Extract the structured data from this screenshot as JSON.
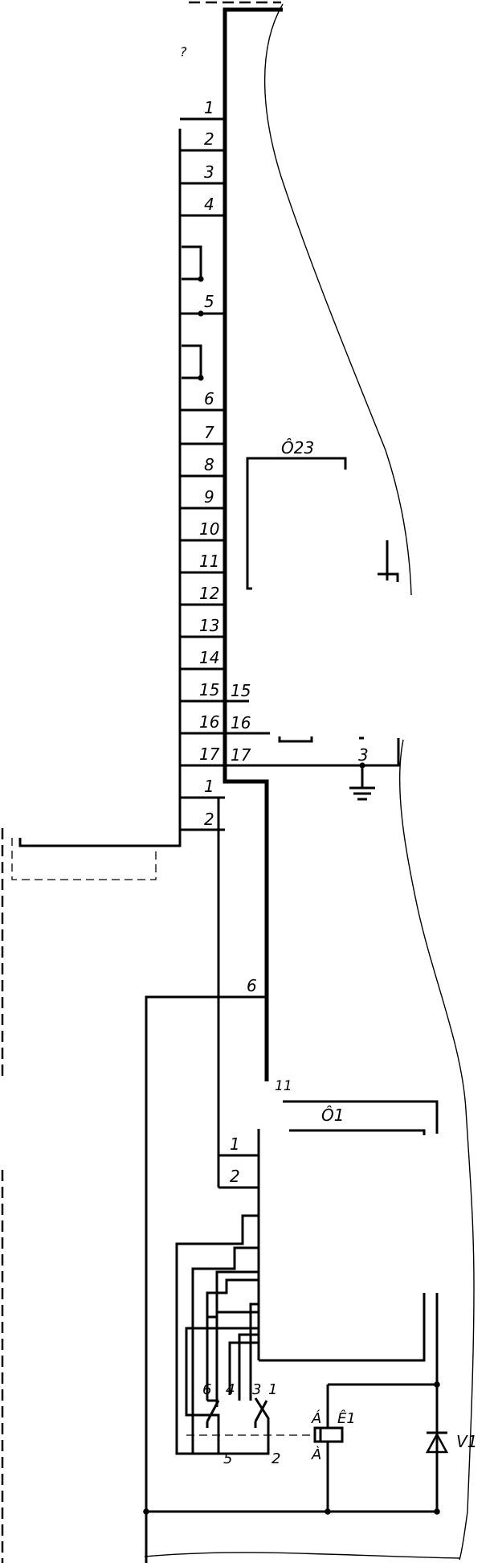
{
  "terminal_block_a": {
    "numbers": [
      "1",
      "2",
      "3",
      "4",
      "5",
      "6",
      "7",
      "8",
      "9",
      "10",
      "11",
      "12",
      "13",
      "14",
      "15",
      "16",
      "17"
    ],
    "right_numbers": [
      "15",
      "16",
      "17"
    ]
  },
  "terminal_block_b": {
    "numbers": [
      "1",
      "2"
    ]
  },
  "terminal_block_c": {
    "numbers": [
      "1",
      "2"
    ]
  },
  "labels": {
    "question_mark": "?",
    "t23": "Ô23",
    "ground_num": "3",
    "wire6": "6",
    "eleven": "11",
    "o1": "Ô1",
    "relay_top": "Á",
    "relay_name": "Ê1",
    "relay_bottom": "À",
    "diode": "V1",
    "switch_pins": [
      "6",
      "4",
      "3",
      "1",
      "5",
      "2"
    ]
  },
  "colors": {
    "ink": "#000000",
    "paper": "#ffffff"
  }
}
